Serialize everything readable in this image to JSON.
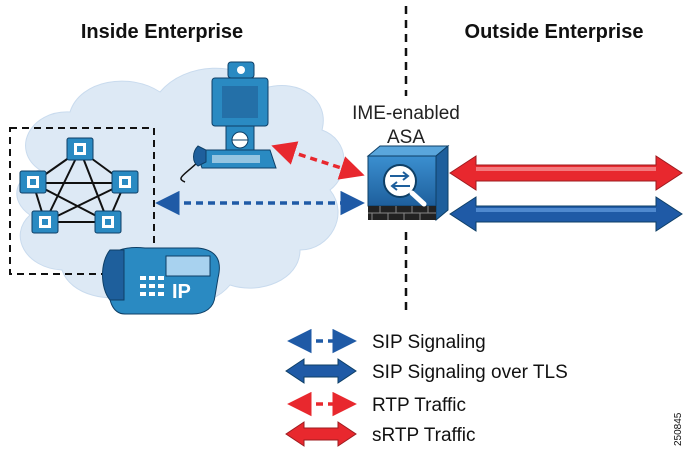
{
  "headers": {
    "inside": "Inside Enterprise",
    "outside": "Outside Enterprise"
  },
  "asa": {
    "label_line1": "IME-enabled",
    "label_line2": "ASA",
    "icon": "asa-firewall-icon"
  },
  "devices": {
    "phone_label": "IP",
    "phone_icon": "ip-phone-icon",
    "video_phone_icon": "video-phone-icon",
    "cluster_icon": "call-manager-cluster-icon"
  },
  "legend": [
    {
      "label": "SIP Signaling",
      "style": "dashed-blue"
    },
    {
      "label": "SIP Signaling over TLS",
      "style": "solid-blue"
    },
    {
      "label": "RTP Traffic",
      "style": "dashed-red"
    },
    {
      "label": "sRTP Traffic",
      "style": "solid-red"
    }
  ],
  "figure_id": "250845",
  "colors": {
    "blue": "#1f5aa6",
    "red": "#e8282e",
    "cloud": "#dde9f5",
    "device_blue": "#2a8ac2"
  }
}
